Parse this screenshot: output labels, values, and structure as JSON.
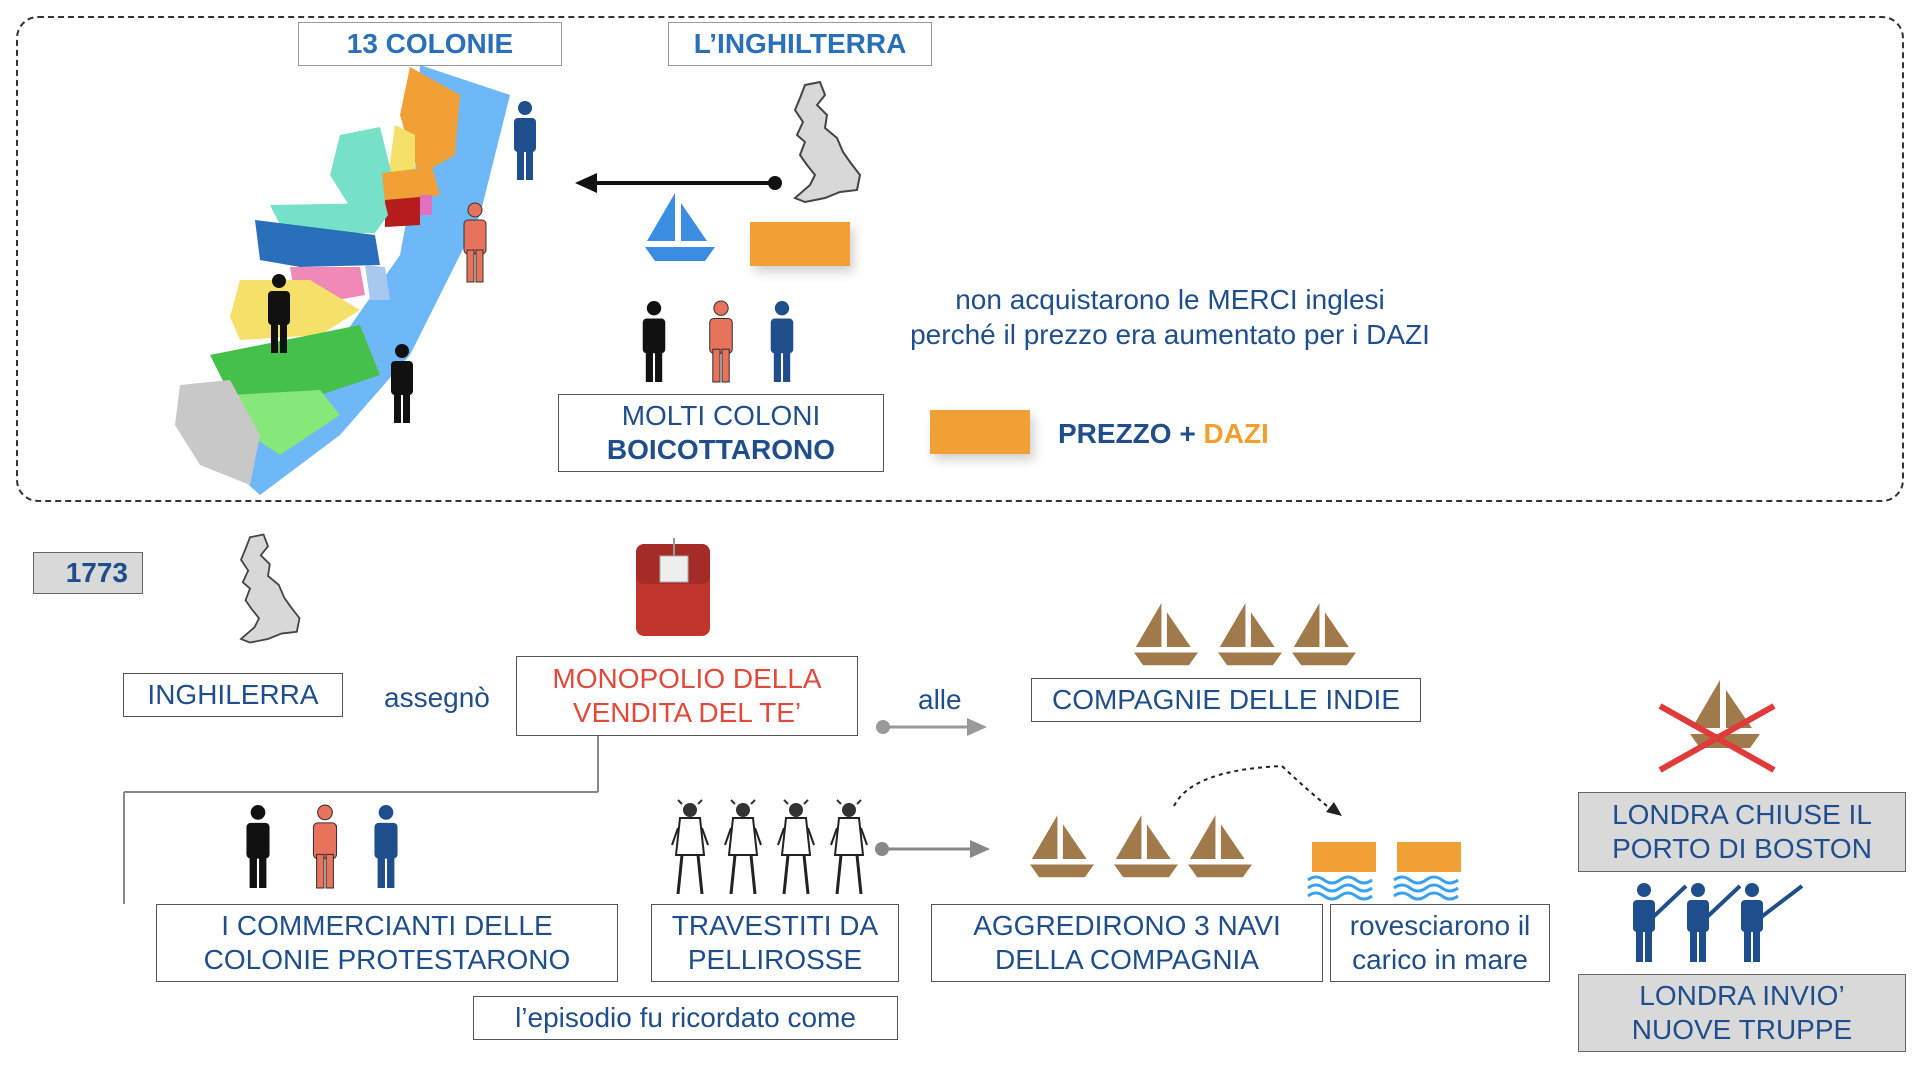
{
  "top": {
    "colonies_label": "13 COLONIE",
    "england_label": "L’INGHILTERRA",
    "note_line1": "non acquistarono le MERCI inglesi",
    "note_line2": "perché il prezzo era aumentato per i DAZI",
    "boycott_line1": "MOLTI COLONI",
    "boycott_line2": "BOICOTTARONO",
    "price_word": "PREZZO",
    "plus": "+",
    "duties_word": "DAZI"
  },
  "bottom": {
    "year": "1773",
    "england": "INGHILERRA",
    "assigned": "assegnò",
    "monopoly_line1": "MONOPOLIO DELLA",
    "monopoly_line2": "VENDITA  DEL TE’",
    "to_the": "alle",
    "companies": "COMPAGNIE DELLE INDIE",
    "merchants_line1": "I COMMERCIANTI DELLE",
    "merchants_line2": "COLONIE PROTESTARONO",
    "disguised_line1": "TRAVESTITI DA",
    "disguised_line2": "PELLIROSSE",
    "attacked_line1": "AGGREDIRONO 3 NAVI",
    "attacked_line2": "DELLA COMPAGNIA",
    "dumped_line1": "rovesciarono il",
    "dumped_line2": "carico in mare",
    "remembered": "l’episodio fu ricordato come",
    "london_closed_line1": "LONDRA CHIUSE IL",
    "london_closed_line2": "PORTO DI BOSTON",
    "london_sent_line1": "LONDRA INVIO’",
    "london_sent_line2": "NUOVE TRUPPE"
  },
  "colors": {
    "text_blue": "#1f4e8c",
    "orange": "#f0a035",
    "red": "#e04a3c",
    "ship_brown": "#a07a4a",
    "sail_blue": "#3a8de0",
    "sea_blue": "#6cb8f5"
  },
  "icons": [
    "person-icon",
    "uk-map-icon",
    "sailboat-icon",
    "tea-bag-icon",
    "native-figure-icon",
    "soldier-icon",
    "waves-icon",
    "cross-icon",
    "colonies-map-icon"
  ]
}
